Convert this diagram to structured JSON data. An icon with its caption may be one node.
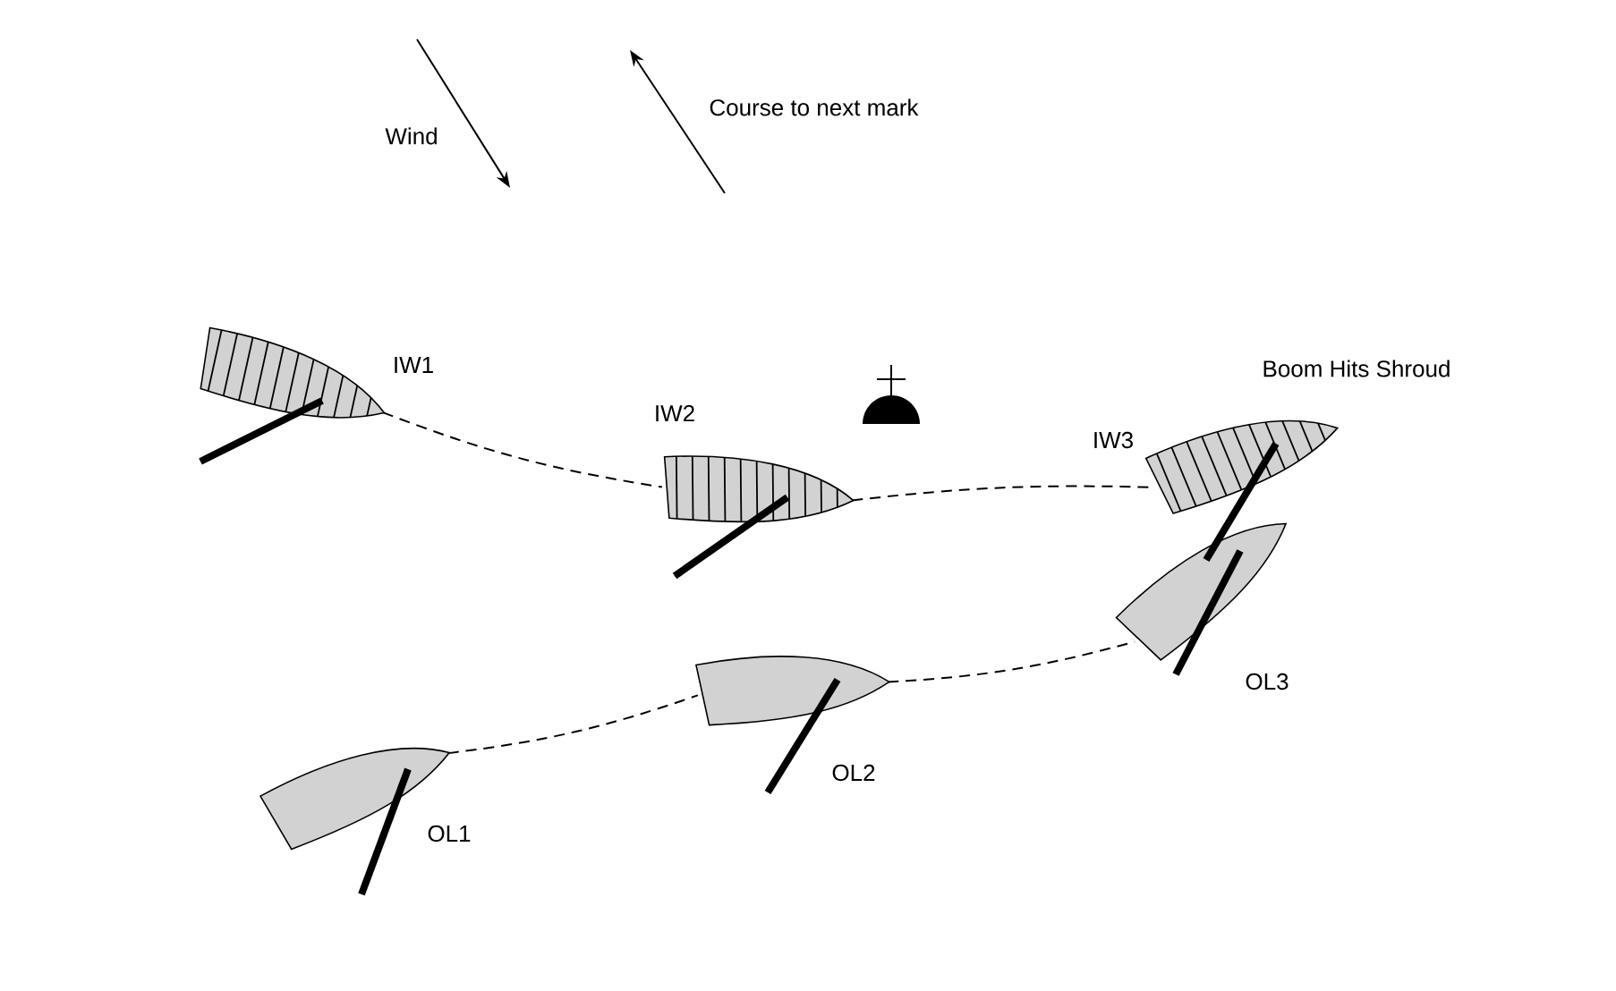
{
  "diagram": {
    "nodes": [
      {
        "text": [],
        "shape": "picture",
        "beside": [
          "IW1"
        ]
      },
      {
        "text": [],
        "shape": "picture",
        "beside": [
          "IW2"
        ]
      },
      {
        "text": [],
        "shape": "picture",
        "beside": [
          "IW3"
        ]
      },
      {
        "text": [],
        "shape": "picture",
        "beside": [
          "OL1"
        ]
      },
      {
        "text": [],
        "shape": "picture",
        "beside": [
          "OL2"
        ]
      },
      {
        "text": [],
        "shape": "picture",
        "beside": [
          "OL3"
        ]
      }
    ],
    "edges": [
      {
        "from": 0,
        "to": 1,
        "arrow": "none",
        "style": "dashed"
      },
      {
        "from": 1,
        "to": 2,
        "arrow": "none",
        "style": "dashed"
      },
      {
        "from": 3,
        "to": 4,
        "arrow": "none",
        "style": "dashed"
      },
      {
        "from": 4,
        "to": 5,
        "arrow": "none",
        "style": "dashed"
      }
    ],
    "labels": [
      "Wind",
      "Course to next mark",
      "Boom Hits Shroud"
    ]
  }
}
